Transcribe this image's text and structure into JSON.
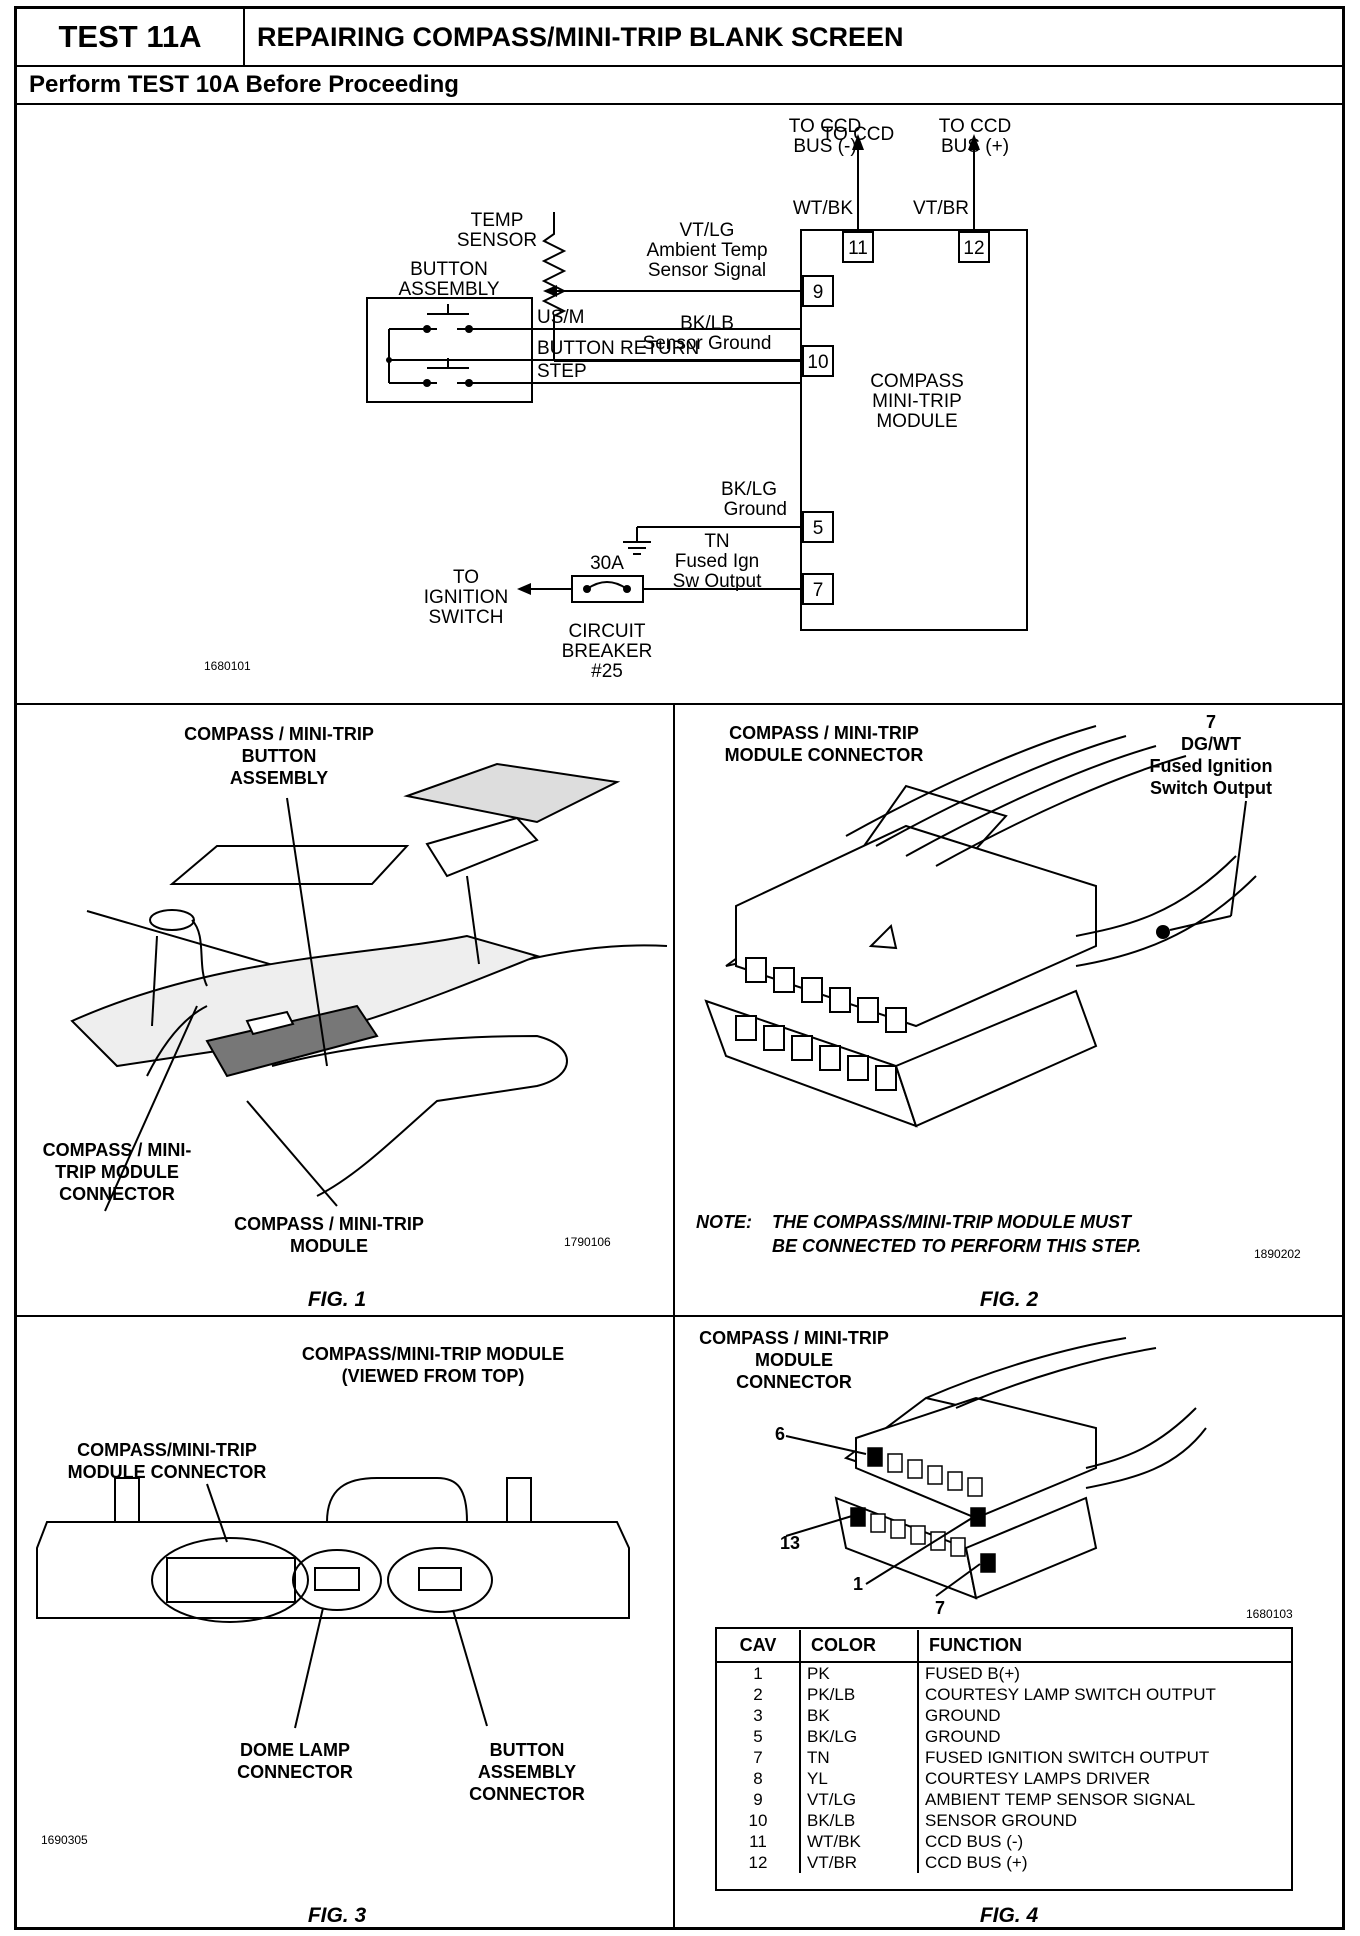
{
  "header": {
    "test": "TEST 11A",
    "title": "REPAIRING COMPASS/MINI-TRIP BLANK SCREEN"
  },
  "subheader": "Perform TEST 10A Before Proceeding",
  "schematic": {
    "ccd_minus_l1": "TO CCD",
    "ccd_minus_l2": "BUS (-)",
    "ccd_plus_l1": "TO CCD",
    "ccd_plus_l2": "BUS (+)",
    "wire_wtbk": "WT/BK",
    "wire_vtbr": "VT/BR",
    "pin11": "11",
    "pin12": "12",
    "pin9": "9",
    "pin10": "10",
    "pin5": "5",
    "pin7": "7",
    "vtlg": "VT/LG",
    "ambient": "Ambient Temp",
    "sensor_signal": "Sensor Signal",
    "temp": "TEMP",
    "sensor": "SENSOR",
    "bklb": "BK/LB",
    "sensor_ground": "Sensor Ground",
    "button": "BUTTON",
    "assembly": "ASSEMBLY",
    "usm": "US/M",
    "button_return": "BUTTON RETURN",
    "step": "STEP",
    "module_l1": "COMPASS",
    "module_l2": "MINI-TRIP",
    "module_l3": "MODULE",
    "bklg": "BK/LG",
    "ground": "Ground",
    "tn": "TN",
    "fused_ign": "Fused Ign",
    "sw_output": "Sw Output",
    "amp": "30A",
    "to": "TO",
    "ignition": "IGNITION",
    "switch": "SWITCH",
    "circuit": "CIRCUIT",
    "breaker": "BREAKER",
    "breaker_no": "#25",
    "code": "1680101"
  },
  "fig1": {
    "l1": "COMPASS / MINI-TRIP",
    "l2": "BUTTON",
    "l3": "ASSEMBLY",
    "conn1": "COMPASS / MINI-",
    "conn2": "TRIP MODULE",
    "conn3": "CONNECTOR",
    "mod1": "COMPASS / MINI-TRIP",
    "mod2": "MODULE",
    "code": "1790106",
    "caption": "FIG. 1"
  },
  "fig2": {
    "l1": "COMPASS / MINI-TRIP",
    "l2": "MODULE CONNECTOR",
    "r1": "7",
    "r2": "DG/WT",
    "r3": "Fused Ignition",
    "r4": "Switch Output",
    "note_label": "NOTE:",
    "note1": "THE COMPASS/MINI-TRIP MODULE MUST",
    "note2": "BE CONNECTED TO PERFORM THIS STEP.",
    "code": "1890202",
    "caption": "FIG. 2"
  },
  "fig3": {
    "t1": "COMPASS/MINI-TRIP MODULE",
    "t2": "(VIEWED FROM TOP)",
    "c1": "COMPASS/MINI-TRIP",
    "c2": "MODULE CONNECTOR",
    "d1": "DOME LAMP",
    "d2": "CONNECTOR",
    "b1": "BUTTON",
    "b2": "ASSEMBLY",
    "b3": "CONNECTOR",
    "code": "1690305",
    "caption": "FIG. 3"
  },
  "fig4": {
    "l1": "COMPASS / MINI-TRIP",
    "l2": "MODULE",
    "l3": "CONNECTOR",
    "p6": "6",
    "p13": "13",
    "p1": "1",
    "p7": "7",
    "code": "1680103",
    "caption": "FIG. 4",
    "table": {
      "headers": [
        "CAV",
        "COLOR",
        "FUNCTION"
      ],
      "rows": [
        [
          "1",
          "PK",
          "FUSED B(+)"
        ],
        [
          "2",
          "PK/LB",
          "COURTESY LAMP SWITCH OUTPUT"
        ],
        [
          "3",
          "BK",
          "GROUND"
        ],
        [
          "5",
          "BK/LG",
          "GROUND"
        ],
        [
          "7",
          "TN",
          "FUSED IGNITION SWITCH OUTPUT"
        ],
        [
          "8",
          "YL",
          "COURTESY LAMPS DRIVER"
        ],
        [
          "9",
          "VT/LG",
          "AMBIENT TEMP SENSOR SIGNAL"
        ],
        [
          "10",
          "BK/LB",
          "SENSOR GROUND"
        ],
        [
          "11",
          "WT/BK",
          "CCD BUS (-)"
        ],
        [
          "12",
          "VT/BR",
          "CCD BUS (+)"
        ]
      ]
    }
  }
}
